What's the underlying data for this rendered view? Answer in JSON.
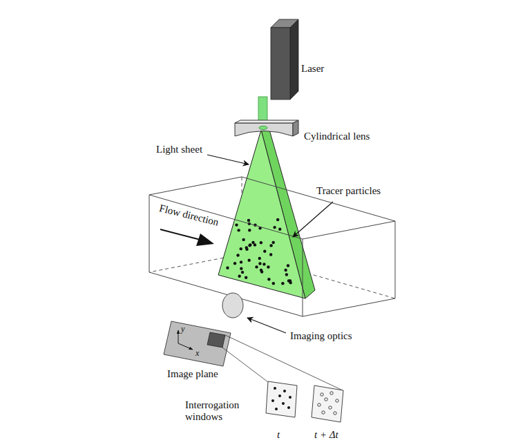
{
  "diagram": {
    "labels": [
      "Laser",
      "Cylindrical lens",
      "Light sheet",
      "Tracer particles",
      "Flow direction",
      "Imaging optics",
      "y",
      "x",
      "Image plane",
      "Interrogation windows",
      "t",
      "t + Δt"
    ]
  }
}
